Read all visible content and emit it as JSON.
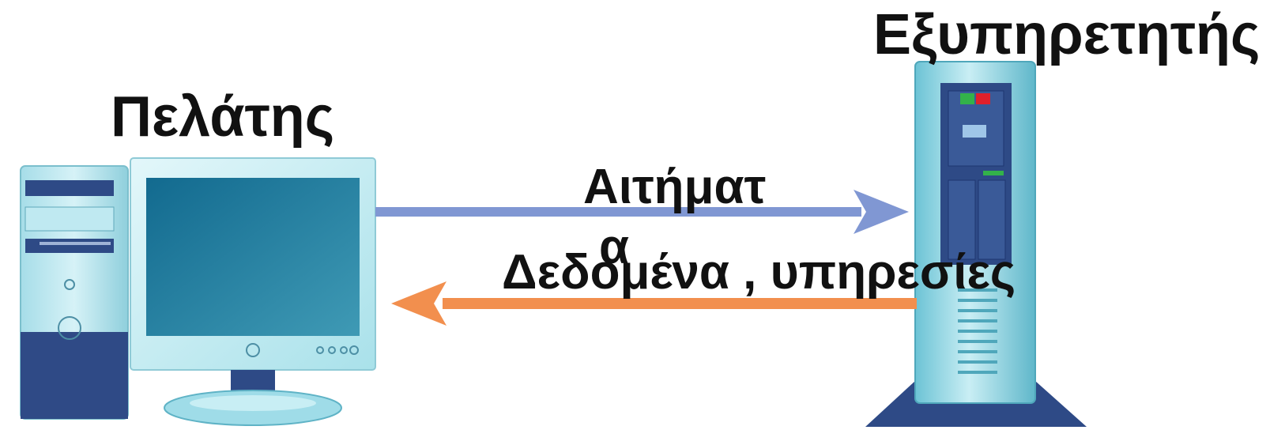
{
  "client": {
    "label": "Πελάτης"
  },
  "server": {
    "label": "Εξυπηρετητής"
  },
  "request": {
    "label": "Αιτήματ",
    "label_wrap": "α",
    "color": "#8097d3"
  },
  "response": {
    "label": "Δεδομένα , υπηρεσίες",
    "color": "#f28f4e"
  },
  "colors": {
    "cyan_light": "#c8eef4",
    "cyan_mid": "#7fd0de",
    "navy": "#2e4a86",
    "screen": "#1d6e92"
  }
}
